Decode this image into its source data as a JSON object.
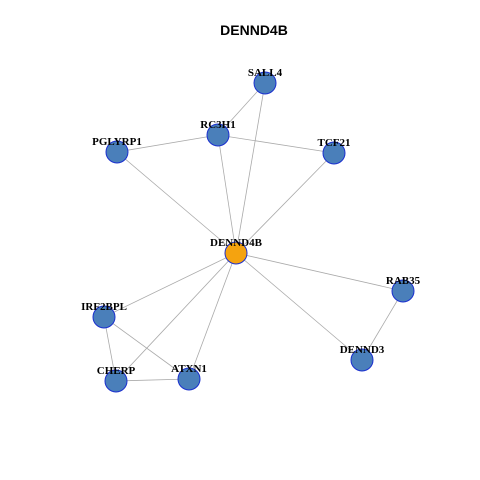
{
  "title": "DENND4B",
  "colors": {
    "center_fill": "#f5a30f",
    "node_fill": "#4a7fba",
    "node_stroke": "#1a2fcf",
    "edge": "#aaaaaa"
  },
  "nodes": [
    {
      "id": "DENND4B",
      "label": "DENND4B",
      "center": true
    },
    {
      "id": "SALL4",
      "label": "SALL4"
    },
    {
      "id": "RC3H1",
      "label": "RC3H1"
    },
    {
      "id": "PGLYRP1",
      "label": "PGLYRP1"
    },
    {
      "id": "TCF21",
      "label": "TCF21"
    },
    {
      "id": "RAB35",
      "label": "RAB35"
    },
    {
      "id": "DENND3",
      "label": "DENND3"
    },
    {
      "id": "IRF2BPL",
      "label": "IRF2BPL"
    },
    {
      "id": "CHERP",
      "label": "CHERP"
    },
    {
      "id": "ATXN1",
      "label": "ATXN1"
    }
  ],
  "edges": [
    [
      "SALL4",
      "RC3H1"
    ],
    [
      "SALL4",
      "DENND4B"
    ],
    [
      "RC3H1",
      "PGLYRP1"
    ],
    [
      "RC3H1",
      "TCF21"
    ],
    [
      "RC3H1",
      "DENND4B"
    ],
    [
      "PGLYRP1",
      "DENND4B"
    ],
    [
      "TCF21",
      "DENND4B"
    ],
    [
      "DENND4B",
      "RAB35"
    ],
    [
      "DENND4B",
      "DENND3"
    ],
    [
      "RAB35",
      "DENND3"
    ],
    [
      "DENND4B",
      "IRF2BPL"
    ],
    [
      "DENND4B",
      "CHERP"
    ],
    [
      "DENND4B",
      "ATXN1"
    ],
    [
      "IRF2BPL",
      "CHERP"
    ],
    [
      "IRF2BPL",
      "ATXN1"
    ],
    [
      "CHERP",
      "ATXN1"
    ]
  ]
}
